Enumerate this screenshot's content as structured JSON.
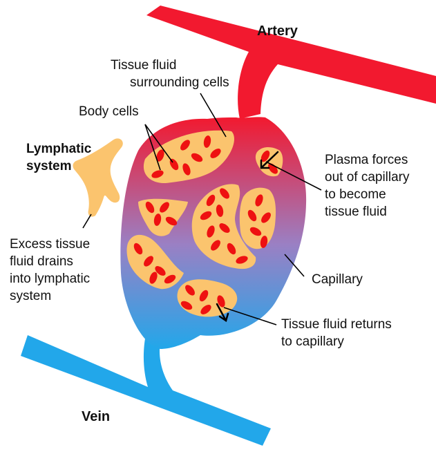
{
  "labels": {
    "artery": "Artery",
    "vein": "Vein",
    "lymphatic": [
      "Lymphatic",
      "system"
    ],
    "tissue_fluid": [
      "Tissue fluid",
      "surrounding cells"
    ],
    "body_cells": "Body cells",
    "plasma": [
      "Plasma forces",
      "out of capillary",
      "to become",
      "tissue fluid"
    ],
    "excess": [
      "Excess tissue",
      "fluid drains",
      "into lymphatic",
      "system"
    ],
    "capillary": "Capillary",
    "returns": [
      "Tissue fluid returns",
      "to capillary"
    ]
  },
  "colors": {
    "artery": "#f2192f",
    "vein": "#22a7ea",
    "capillary_mid": "#9a80c4",
    "tissue_fluid": "#fbc46e",
    "cell": "#ee1111",
    "lymph": "#fbc46e"
  }
}
